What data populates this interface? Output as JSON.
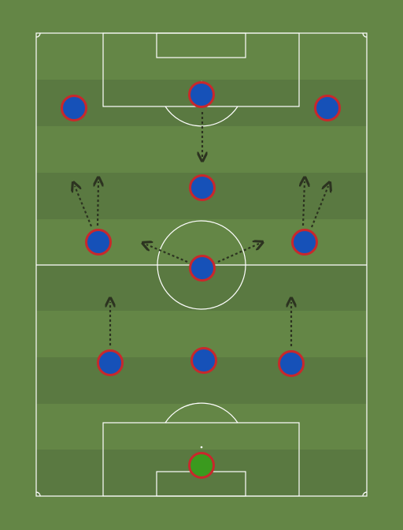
{
  "colors": {
    "pitch_light": "#648646",
    "pitch_dark": "#5a7941",
    "lines": "#ffffff",
    "arrows": "#2c3320",
    "player_fill": "#1651b8",
    "player_ring": "#c8282c",
    "keeper_fill": "#3a9a1e",
    "keeper_ring": "#c8282c"
  },
  "formation": {
    "players": [
      {
        "id": "gk",
        "role": "goalkeeper"
      },
      {
        "id": "cb-left",
        "role": "outfield"
      },
      {
        "id": "cb-center",
        "role": "outfield"
      },
      {
        "id": "cb-right",
        "role": "outfield"
      },
      {
        "id": "mid-left",
        "role": "outfield"
      },
      {
        "id": "mid-center",
        "role": "outfield"
      },
      {
        "id": "mid-right",
        "role": "outfield"
      },
      {
        "id": "att-center",
        "role": "outfield"
      },
      {
        "id": "wing-left",
        "role": "outfield"
      },
      {
        "id": "striker",
        "role": "outfield"
      },
      {
        "id": "wing-right",
        "role": "outfield"
      }
    ],
    "movements": [
      {
        "from": "cb-left",
        "direction": "up"
      },
      {
        "from": "cb-right",
        "direction": "up"
      },
      {
        "from": "mid-center",
        "direction": "up-left"
      },
      {
        "from": "mid-center",
        "direction": "up-right"
      },
      {
        "from": "mid-left",
        "direction": "up"
      },
      {
        "from": "mid-left",
        "direction": "up-left"
      },
      {
        "from": "mid-right",
        "direction": "up"
      },
      {
        "from": "mid-right",
        "direction": "up-right"
      },
      {
        "from": "striker",
        "direction": "down"
      }
    ]
  }
}
